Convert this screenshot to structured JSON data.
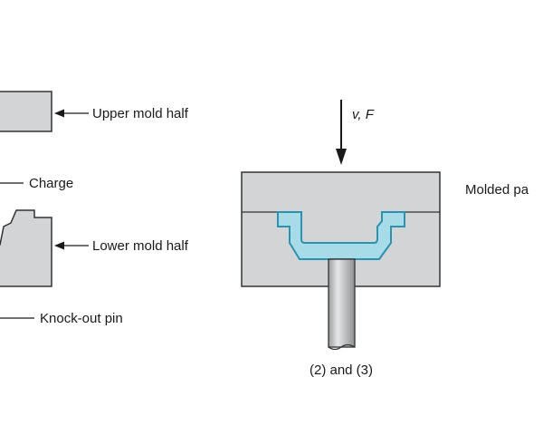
{
  "labels": {
    "upper_mold_half": "Upper mold half",
    "charge": "Charge",
    "lower_mold_half": "Lower mold half",
    "knockout_pin": "Knock-out pin",
    "force": "v, F",
    "molded_part": "Molded pa",
    "steps": "(2) and (3)"
  },
  "colors": {
    "mold_fill": "#d2d4d6",
    "part_fill": "#a8dbe8",
    "part_stroke": "#2a93b0",
    "outline": "#333333",
    "pin_fill": "#b4b6b8",
    "background": "#ffffff"
  }
}
